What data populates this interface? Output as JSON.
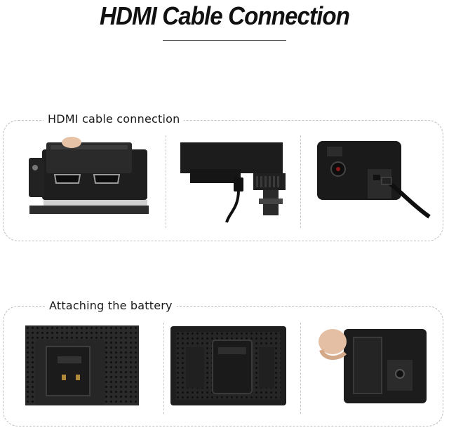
{
  "page": {
    "title": "HDMI Cable Connection"
  },
  "sections": [
    {
      "label": "HDMI cable connection"
    },
    {
      "label": "Attaching the battery"
    }
  ]
}
